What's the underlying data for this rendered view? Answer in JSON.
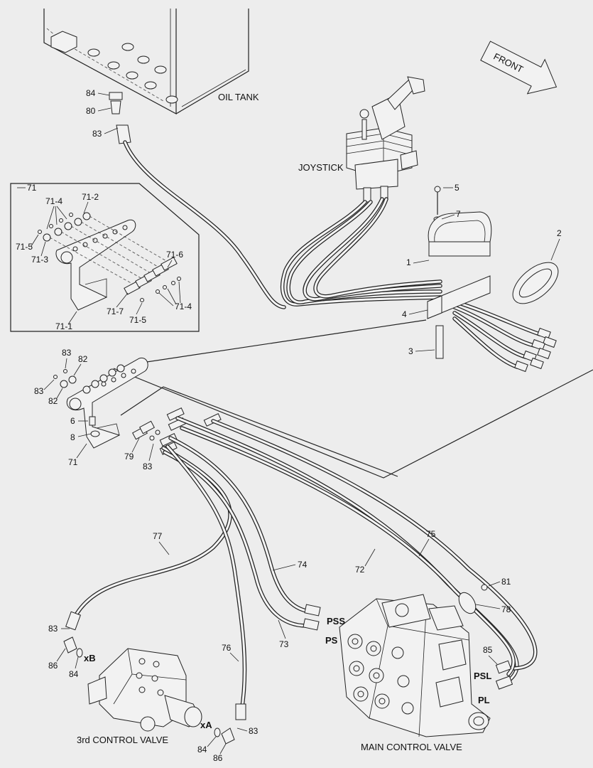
{
  "components": {
    "oil_tank": "OIL TANK",
    "joystick": "JOYSTICK",
    "third_control_valve": "3rd CONTROL VALVE",
    "main_control_valve": "MAIN CONTROL VALVE",
    "front_arrow": "FRONT"
  },
  "port_labels": {
    "pss": "PSS",
    "ps": "PS",
    "psl": "PSL",
    "pl": "PL",
    "xb": "xB",
    "xa": "xA"
  },
  "part_numbers": {
    "tank_84": "84",
    "tank_80": "80",
    "tank_83": "83",
    "inset_71": "71",
    "inset_71_4_top": "71-4",
    "inset_71_2": "71-2",
    "inset_71_5_left": "71-5",
    "inset_71_3": "71-3",
    "inset_71_6": "71-6",
    "inset_71_4_right": "71-4",
    "inset_71_7": "71-7",
    "inset_71_5_bottom": "71-5",
    "inset_71_1": "71-1",
    "bolt_5": "5",
    "washer_7": "7",
    "bracket_1": "1",
    "grommet_2": "2",
    "block_4": "4",
    "pin_3": "3",
    "plate_83_top": "83",
    "plate_82_top": "82",
    "plate_83_left": "83",
    "plate_82_left": "82",
    "plate_6": "6",
    "plate_8": "8",
    "plate_71": "71",
    "plate_79": "79",
    "plate_83_bottom": "83",
    "hose_77": "77",
    "hose_75": "75",
    "hose_74": "74",
    "hose_72": "72",
    "hose_73": "73",
    "hose_76": "76",
    "clamp_81": "81",
    "clamp_78": "78",
    "fit_85": "85",
    "valve3_83": "83",
    "valve3_86": "86",
    "valve3_84": "84",
    "xa_83": "83",
    "xa_84": "84",
    "xa_86": "86"
  }
}
